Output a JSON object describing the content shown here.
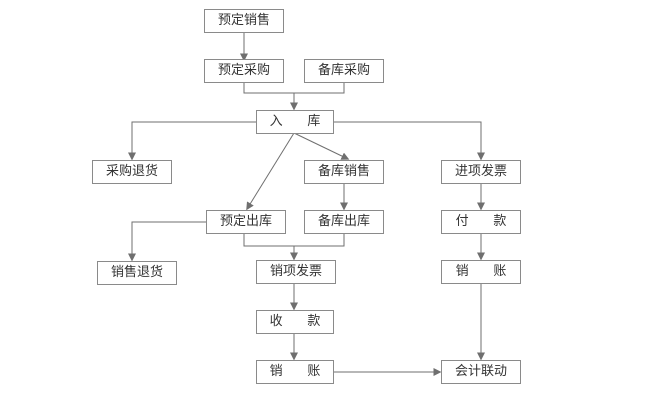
{
  "nodes": {
    "yuding_xiaoshou": "预定销售",
    "yuding_caigou": "预定采购",
    "beiku_caigou": "备库采购",
    "ruku": "入      库",
    "caigou_tuihuo": "采购退货",
    "beiku_xiaoshou": "备库销售",
    "jinxiang_fapiao": "进项发票",
    "yuding_chuku": "预定出库",
    "beiku_chuku": "备库出库",
    "fukuan": "付      款",
    "xiaoshou_tuihuo": "销售退货",
    "xiaoxiang_fapiao": "销项发票",
    "xiaozhang_right": "销      账",
    "shoukuan": "收      款",
    "xiaozhang_bottom": "销      账",
    "kuaiji_liandong": "会计联动"
  },
  "colors": {
    "line": "#6f6f6f",
    "border": "#8a8a8a",
    "text": "#333333",
    "background": "#ffffff"
  }
}
